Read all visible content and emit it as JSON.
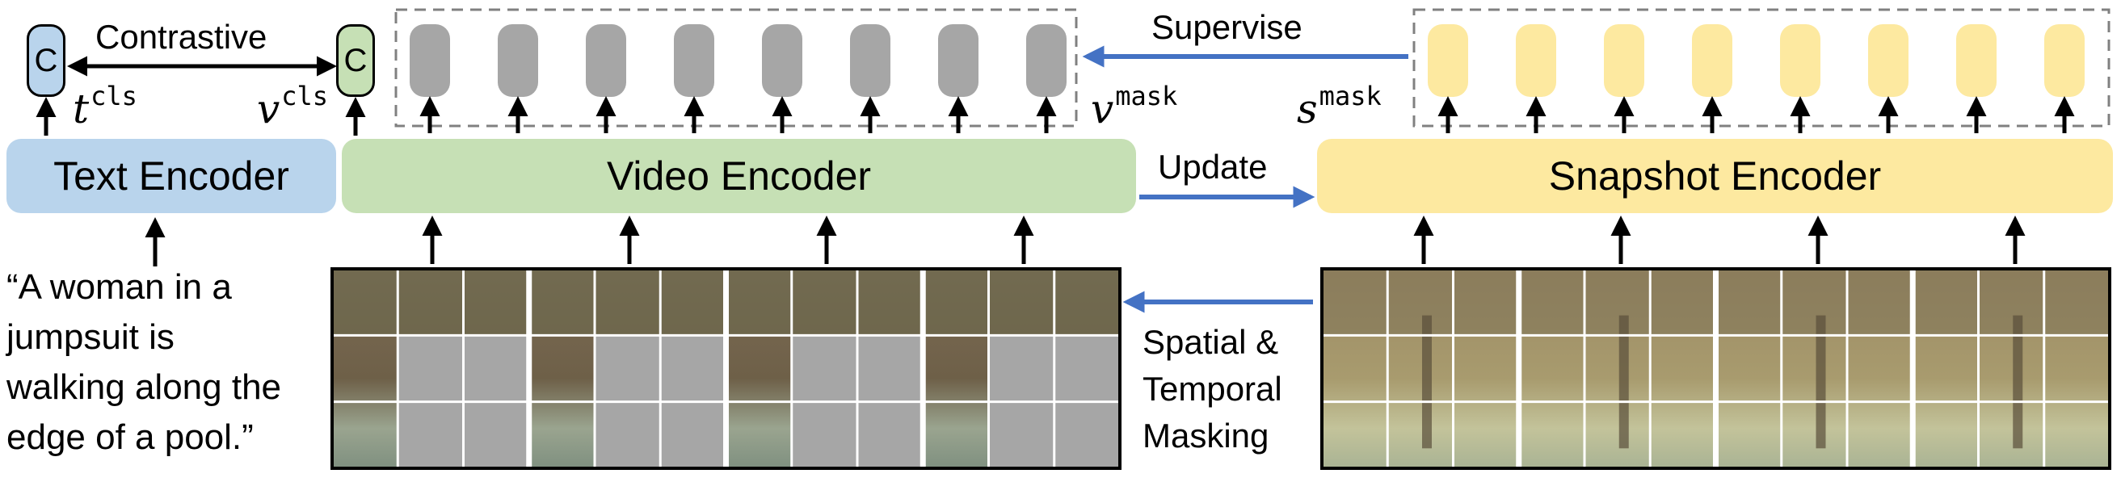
{
  "diagram": {
    "encoders": {
      "text": "Text Encoder",
      "video": "Video Encoder",
      "snapshot": "Snapshot Encoder"
    },
    "tokens": {
      "text_cls_glyph": "C",
      "video_cls_glyph": "C",
      "text_cls_symbol": "t",
      "text_cls_sup": "cls",
      "video_cls_symbol": "v",
      "video_cls_sup": "cls",
      "video_mask_symbol": "v",
      "video_mask_sup": "mask",
      "snap_mask_symbol": "s",
      "snap_mask_sup": "mask"
    },
    "edge_labels": {
      "contrastive": "Contrastive",
      "supervise": "Supervise",
      "update": "Update",
      "masking_lines": [
        "Spatial &",
        "Temporal",
        "Masking"
      ]
    },
    "caption_lines": [
      "“A woman in a",
      "jumpsuit is",
      "walking along the",
      "edge of a pool.”"
    ],
    "colors": {
      "text_encoder": "#b9d4ec",
      "video_encoder": "#c6e0b5",
      "snapshot_encoder": "#fde9a0",
      "mask_token_video": "#a6a6a6",
      "mask_token_snapshot": "#fde9a0",
      "arrow_blue": "#4472c4"
    }
  }
}
